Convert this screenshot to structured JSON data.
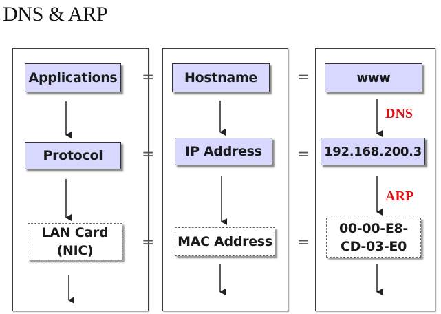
{
  "title": "DNS & ARP",
  "columns": [
    {
      "rows": [
        {
          "label": "Applications",
          "style": "solid"
        },
        {
          "label": "Protocol",
          "style": "solid"
        },
        {
          "label_lines": [
            "LAN Card",
            "(NIC)"
          ],
          "style": "dashed"
        }
      ]
    },
    {
      "rows": [
        {
          "label": "Hostname",
          "style": "solid"
        },
        {
          "label": "IP Address",
          "style": "solid"
        },
        {
          "label": "MAC Address",
          "style": "dashed"
        }
      ]
    },
    {
      "rows": [
        {
          "label": "www",
          "style": "solid"
        },
        {
          "label": "192.168.200.3",
          "style": "solid"
        },
        {
          "label_lines": [
            "00-00-E8-",
            "CD-03-E0"
          ],
          "style": "dashed"
        }
      ]
    }
  ],
  "equals_sign": "=",
  "protocols": {
    "dns": "DNS",
    "arp": "ARP"
  },
  "colors": {
    "box_fill": "#d8d8ff",
    "protocol_label": "#e01010"
  }
}
